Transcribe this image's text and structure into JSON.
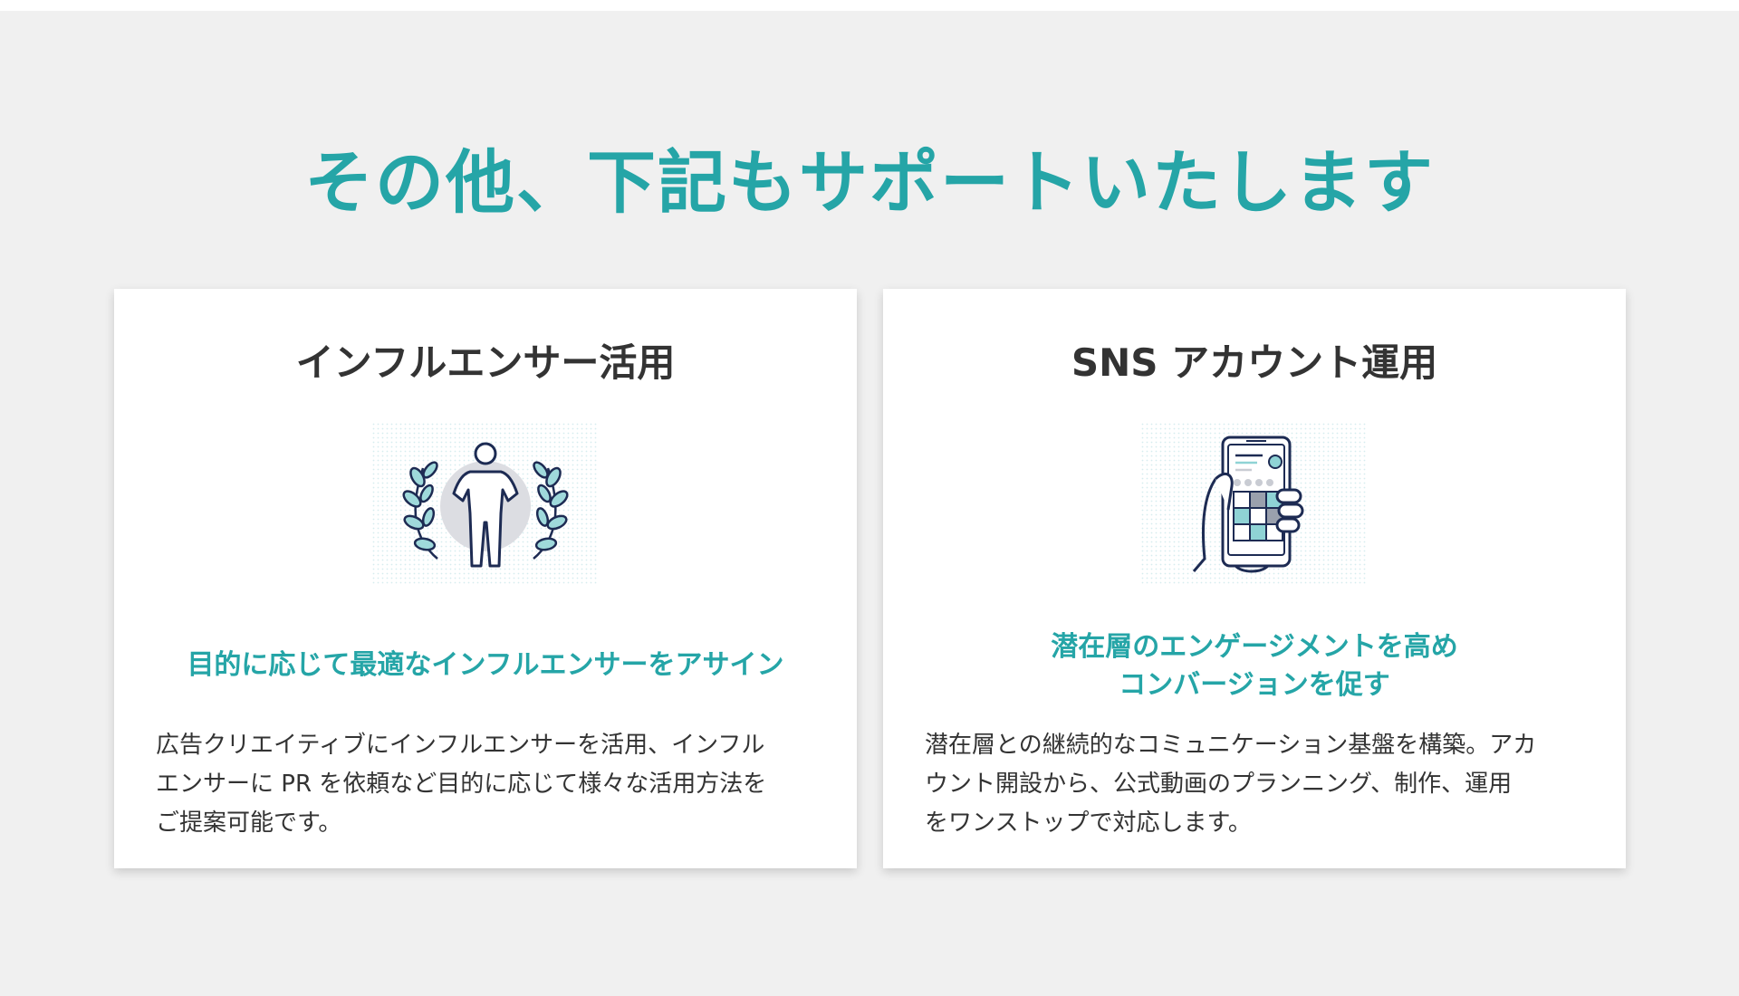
{
  "headline": "その他、下記もサポートいたします",
  "cards": [
    {
      "title": "インフルエンサー活用",
      "icon": "laurel-person-icon",
      "subtitle_lines": [
        "目的に応じて最適なインフルエンサーをアサイン"
      ],
      "description_lines": [
        "広告クリエイティブにインフルエンサーを活用、インフル",
        "エンサーに PR を依頼など目的に応じて様々な活用方法を",
        "ご提案可能です。"
      ]
    },
    {
      "title": "SNS アカウント運用",
      "icon": "smartphone-hand-icon",
      "subtitle_lines": [
        "潜在層のエンゲージメントを高め",
        "コンバージョンを促す"
      ],
      "description_lines": [
        "潜在層との継続的なコミュニケーション基盤を構築。アカ",
        "ウント開設から、公式動画のプランニング、制作、運用",
        "をワンストップで対応します。"
      ]
    }
  ],
  "colors": {
    "accent": "#25a5a7",
    "navy": "#1d2b53",
    "teal_light": "#b9e3e4",
    "gray_icon": "#c9ccd3",
    "background": "#f0f0f0"
  }
}
